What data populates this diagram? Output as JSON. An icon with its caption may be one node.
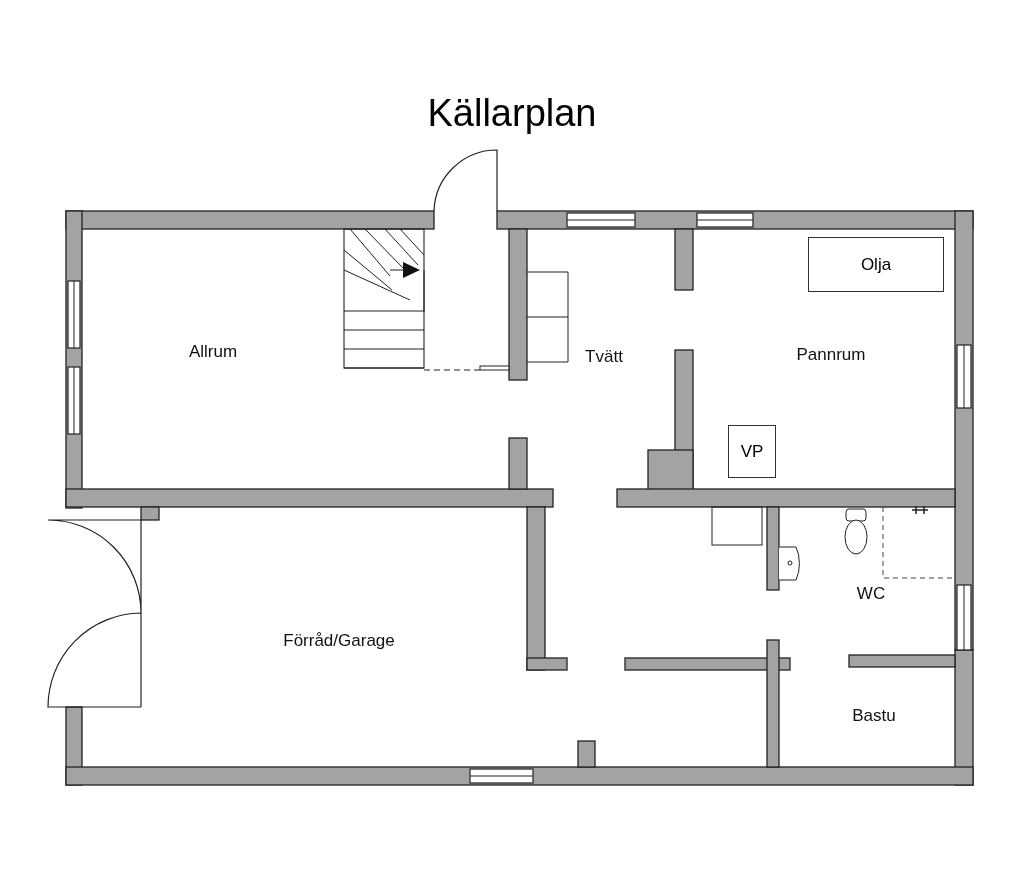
{
  "diagram": {
    "title": "Källarplan",
    "nodes": [
      {
        "text": [
          "Olja"
        ]
      },
      {
        "text": [
          "VP"
        ]
      }
    ],
    "labels": [
      "Allrum",
      "Tvätt",
      "Pannrum",
      "WC",
      "Förråd/Garage",
      "Bastu"
    ]
  }
}
